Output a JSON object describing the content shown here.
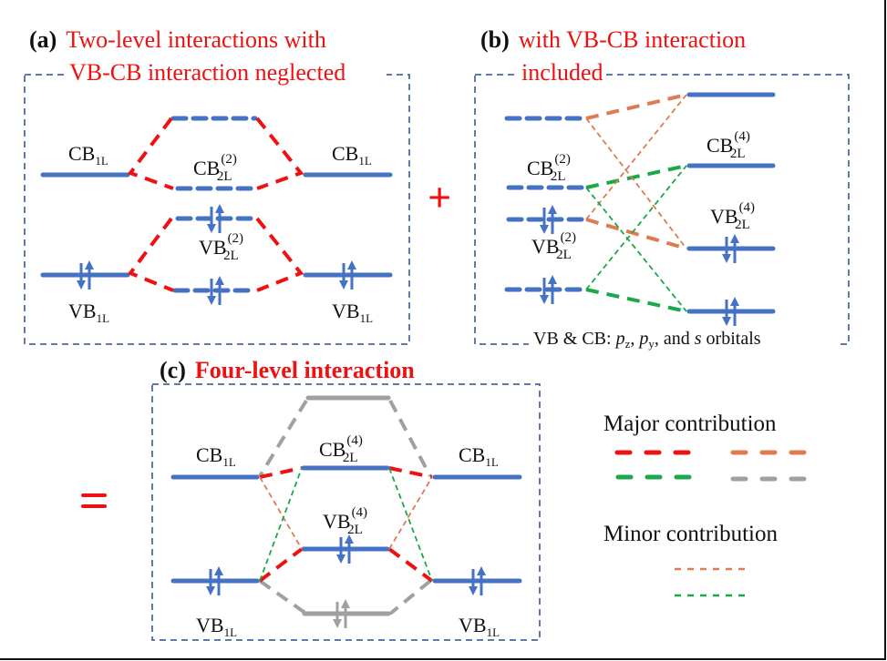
{
  "panels": {
    "a": {
      "tag": "(a)",
      "title_line1": "Two-level interactions with",
      "title_line2": "VB-CB interaction neglected",
      "labels": {
        "cb_left": {
          "base": "CB",
          "sub": "1L"
        },
        "cb_right": {
          "base": "CB",
          "sub": "1L"
        },
        "vb_left": {
          "base": "VB",
          "sub": "1L"
        },
        "vb_right": {
          "base": "VB",
          "sub": "1L"
        },
        "cb_center": {
          "base": "CB",
          "sub": "2L",
          "sup": "(2)"
        },
        "vb_center": {
          "base": "VB",
          "sub": "2L",
          "sup": "(2)"
        }
      }
    },
    "b": {
      "tag": "(b)",
      "title_line1": "with VB-CB interaction",
      "title_line2": "included",
      "labels": {
        "cb_left": {
          "base": "CB",
          "sub": "2L",
          "sup": "(2)"
        },
        "vb_left": {
          "base": "VB",
          "sub": "2L",
          "sup": "(2)"
        },
        "cb_right": {
          "base": "CB",
          "sub": "2L",
          "sup": "(4)"
        },
        "vb_right": {
          "base": "VB",
          "sub": "2L",
          "sup": "(4)"
        }
      },
      "note": {
        "prefix": "VB & CB: ",
        "p1": "p",
        "p1_sub": "z",
        "sep1": ", ",
        "p2": "p",
        "p2_sub": "y",
        "sep2": ", and ",
        "s": "s",
        "suffix": " orbitals"
      }
    },
    "c": {
      "tag": "(c)",
      "title": "Four-level interaction",
      "labels": {
        "cb_left": {
          "base": "CB",
          "sub": "1L"
        },
        "cb_right": {
          "base": "CB",
          "sub": "1L"
        },
        "vb_left": {
          "base": "VB",
          "sub": "1L"
        },
        "vb_right": {
          "base": "VB",
          "sub": "1L"
        },
        "cb_center": {
          "base": "CB",
          "sub": "2L",
          "sup": "(4)"
        },
        "vb_center": {
          "base": "VB",
          "sub": "2L",
          "sup": "(4)"
        }
      }
    }
  },
  "operators": {
    "plus": "+",
    "equals": "="
  },
  "legend": {
    "major_title": "Major contribution",
    "minor_title": "Minor contribution",
    "major_colors": [
      "#ee1111",
      "#e07a50",
      "#1aa84a",
      "#a0a0a0"
    ],
    "minor_colors": [
      "#e07a50",
      "#1aa84a"
    ]
  },
  "colors": {
    "level": "#4472c4",
    "frame": "#2f4f8a",
    "red": "#ee1111",
    "orange": "#e07a50",
    "green": "#1aa84a",
    "gray": "#a0a0a0"
  }
}
